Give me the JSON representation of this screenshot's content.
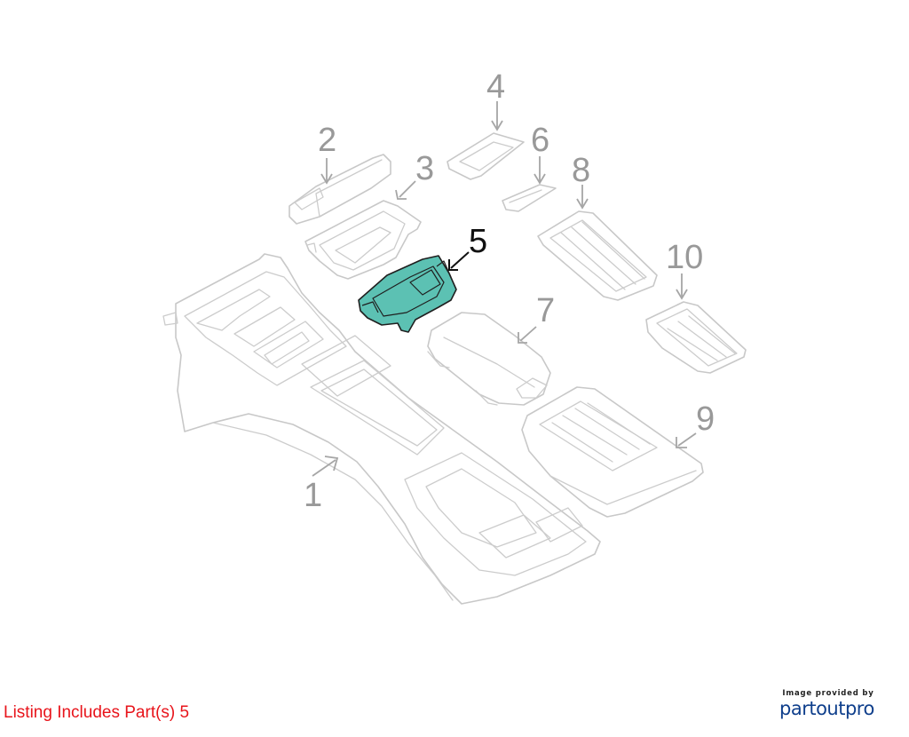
{
  "callouts": {
    "part1": "1",
    "part2": "2",
    "part3": "3",
    "part4": "4",
    "part5": "5",
    "part6": "6",
    "part7": "7",
    "part8": "8",
    "part9": "9",
    "part10": "10"
  },
  "highlighted_part": "5",
  "colors": {
    "highlight_fill": "#5cc1b3",
    "listing_text": "#e8141b",
    "brand": "#0f3f8c"
  },
  "listing_note": "Listing Includes Part(s) 5",
  "brand": {
    "provided_by": "Image provided by",
    "logo_text": "partoutpro"
  }
}
